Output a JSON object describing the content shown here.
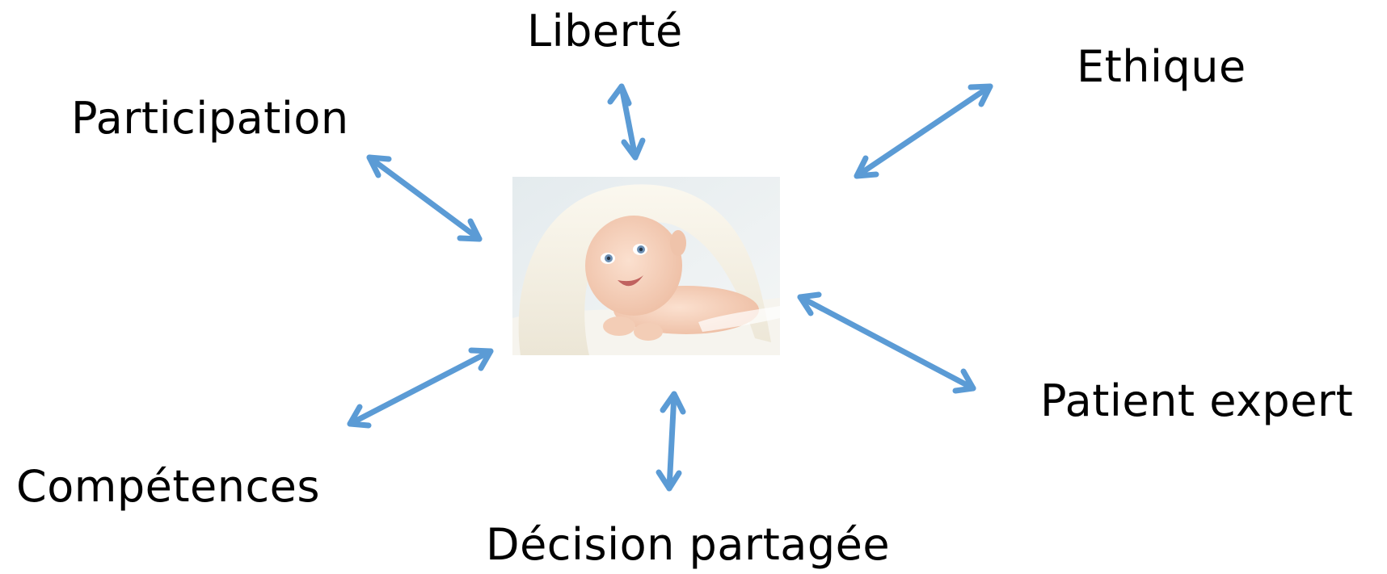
{
  "labels": {
    "liberte": "Liberté",
    "ethique": "Ethique",
    "participation": "Participation",
    "patient_expert": "Patient expert",
    "competences": "Compétences",
    "decision_partagee": "Décision partagée"
  },
  "colors": {
    "arrow": "#5b9bd5",
    "text": "#000000",
    "background": "#ffffff"
  },
  "icons": {
    "center_image": "baby-under-blanket-photo",
    "arrow": "double-headed-arrow"
  }
}
